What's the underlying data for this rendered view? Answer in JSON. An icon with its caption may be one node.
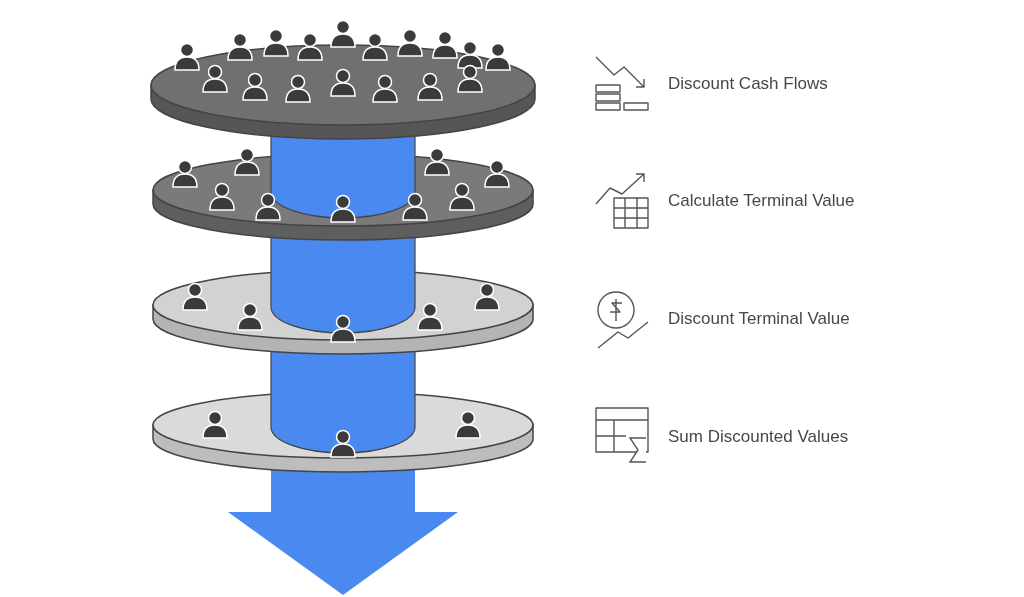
{
  "diagram": {
    "labels": [
      "Discount Cash Flows",
      "Calculate Terminal Value",
      "Discount Terminal Value",
      "Sum Discounted Values"
    ]
  }
}
